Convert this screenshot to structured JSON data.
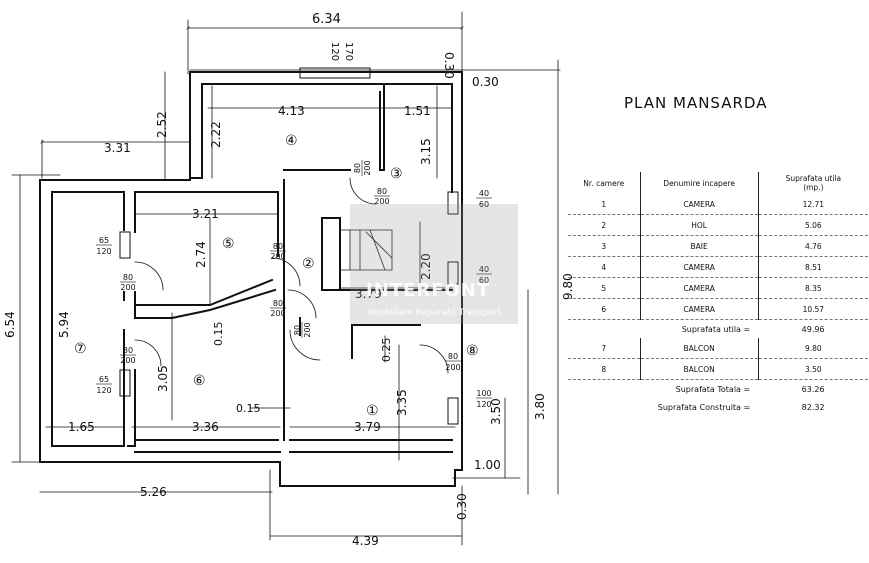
{
  "title": "PLAN MANSARDA",
  "watermark": {
    "brand": "INTERFONT",
    "tagline": "Imobiliare   Reparatii   Transport"
  },
  "dimensions": {
    "top_total": "6.34",
    "top_inner": "0.30",
    "window_top_a": "120",
    "window_top_b": "170",
    "right_total": "9.80",
    "right_mid": "3.80",
    "right_top_wall": "0.30",
    "right_bottom_wall": "0.30",
    "left_total": "6.54",
    "left_inner": "5.94",
    "left_ext": "3.31",
    "left_ext_h": "2.52",
    "bottom_left": "5.26",
    "bottom_right": "4.39",
    "r4_w": "4.13",
    "r4_h": "2.22",
    "r3_w": "1.51",
    "r3_h": "3.15",
    "r5_w": "3.21",
    "r5_h": "2.74",
    "r2_h": "2.20",
    "r2_w": "3.79",
    "r6_w": "3.36",
    "r6_h": "3.05",
    "r1_w": "3.79",
    "r1_h": "3.35",
    "r7_w": "1.65",
    "r8_h": "3.50",
    "r8_w": "1.00",
    "wall_a": "0.15",
    "wall_b": "0.15",
    "wall_c": "0.25"
  },
  "room_labels": [
    "①",
    "②",
    "③",
    "④",
    "⑤",
    "⑥",
    "⑦",
    "⑧"
  ],
  "openings": [
    {
      "top": "80",
      "bottom": "200"
    },
    {
      "top": "80",
      "bottom": "200"
    },
    {
      "top": "80",
      "bottom": "200"
    },
    {
      "top": "80",
      "bottom": "200"
    },
    {
      "top": "80",
      "bottom": "200"
    },
    {
      "top": "80",
      "bottom": "200"
    },
    {
      "top": "80",
      "bottom": "200"
    },
    {
      "top": "80",
      "bottom": "200"
    },
    {
      "top": "65",
      "bottom": "120"
    },
    {
      "top": "65",
      "bottom": "120"
    },
    {
      "top": "40",
      "bottom": "60"
    },
    {
      "top": "40",
      "bottom": "60"
    },
    {
      "top": "100",
      "bottom": "120"
    }
  ],
  "table": {
    "headers": [
      "Nr. camere",
      "Denumire incapere",
      "Suprafata utila",
      "(mp.)"
    ],
    "rows": [
      {
        "nr": "1",
        "name": "CAMERA",
        "area": "12.71"
      },
      {
        "nr": "2",
        "name": "HOL",
        "area": "5.06"
      },
      {
        "nr": "3",
        "name": "BAIE",
        "area": "4.76"
      },
      {
        "nr": "4",
        "name": "CAMERA",
        "area": "8.51"
      },
      {
        "nr": "5",
        "name": "CAMERA",
        "area": "8.35"
      },
      {
        "nr": "6",
        "name": "CAMERA",
        "area": "10.57"
      }
    ],
    "util_label": "Suprafata utila =",
    "util_value": "49.96",
    "balcony_rows": [
      {
        "nr": "7",
        "name": "BALCON",
        "area": "9.80"
      },
      {
        "nr": "8",
        "name": "BALCON",
        "area": "3.50"
      }
    ],
    "total_label": "Suprafata Totala =",
    "total_value": "63.26",
    "built_label": "Suprafata Construita =",
    "built_value": "82.32"
  }
}
